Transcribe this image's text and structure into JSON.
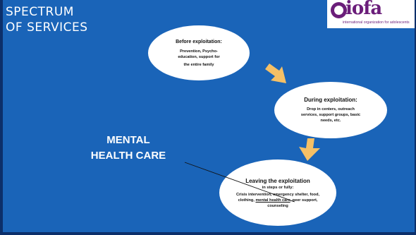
{
  "title": {
    "line1": "SPECTRUM",
    "line2": "OF SERVICES"
  },
  "logo": {
    "word": "iofa",
    "subtitle": "international organization for adolescents"
  },
  "stages": [
    {
      "heading": "Before exploitation:",
      "body_lines": [
        "Prevention, Psycho-",
        "education, support for",
        "the entire family"
      ]
    },
    {
      "heading": "During exploitation:",
      "body_lines": [
        "Drop in centers, outreach",
        "services, support groups, basic",
        "needs, etc."
      ]
    },
    {
      "heading": "Leaving the exploitation",
      "subheading": "in steps or fully:",
      "body_part1": "Crisis intervention, emergency shelter, food, clothing, ",
      "body_underlined": "mental health care",
      "body_part2": ", peer support, counseling"
    }
  ],
  "callout": {
    "line1": "MENTAL",
    "line2": "HEALTH CARE"
  },
  "colors": {
    "background": "#1a64b8",
    "arrow": "#f5c066",
    "bubble": "#ffffff",
    "logo": "#6b1e7a"
  }
}
